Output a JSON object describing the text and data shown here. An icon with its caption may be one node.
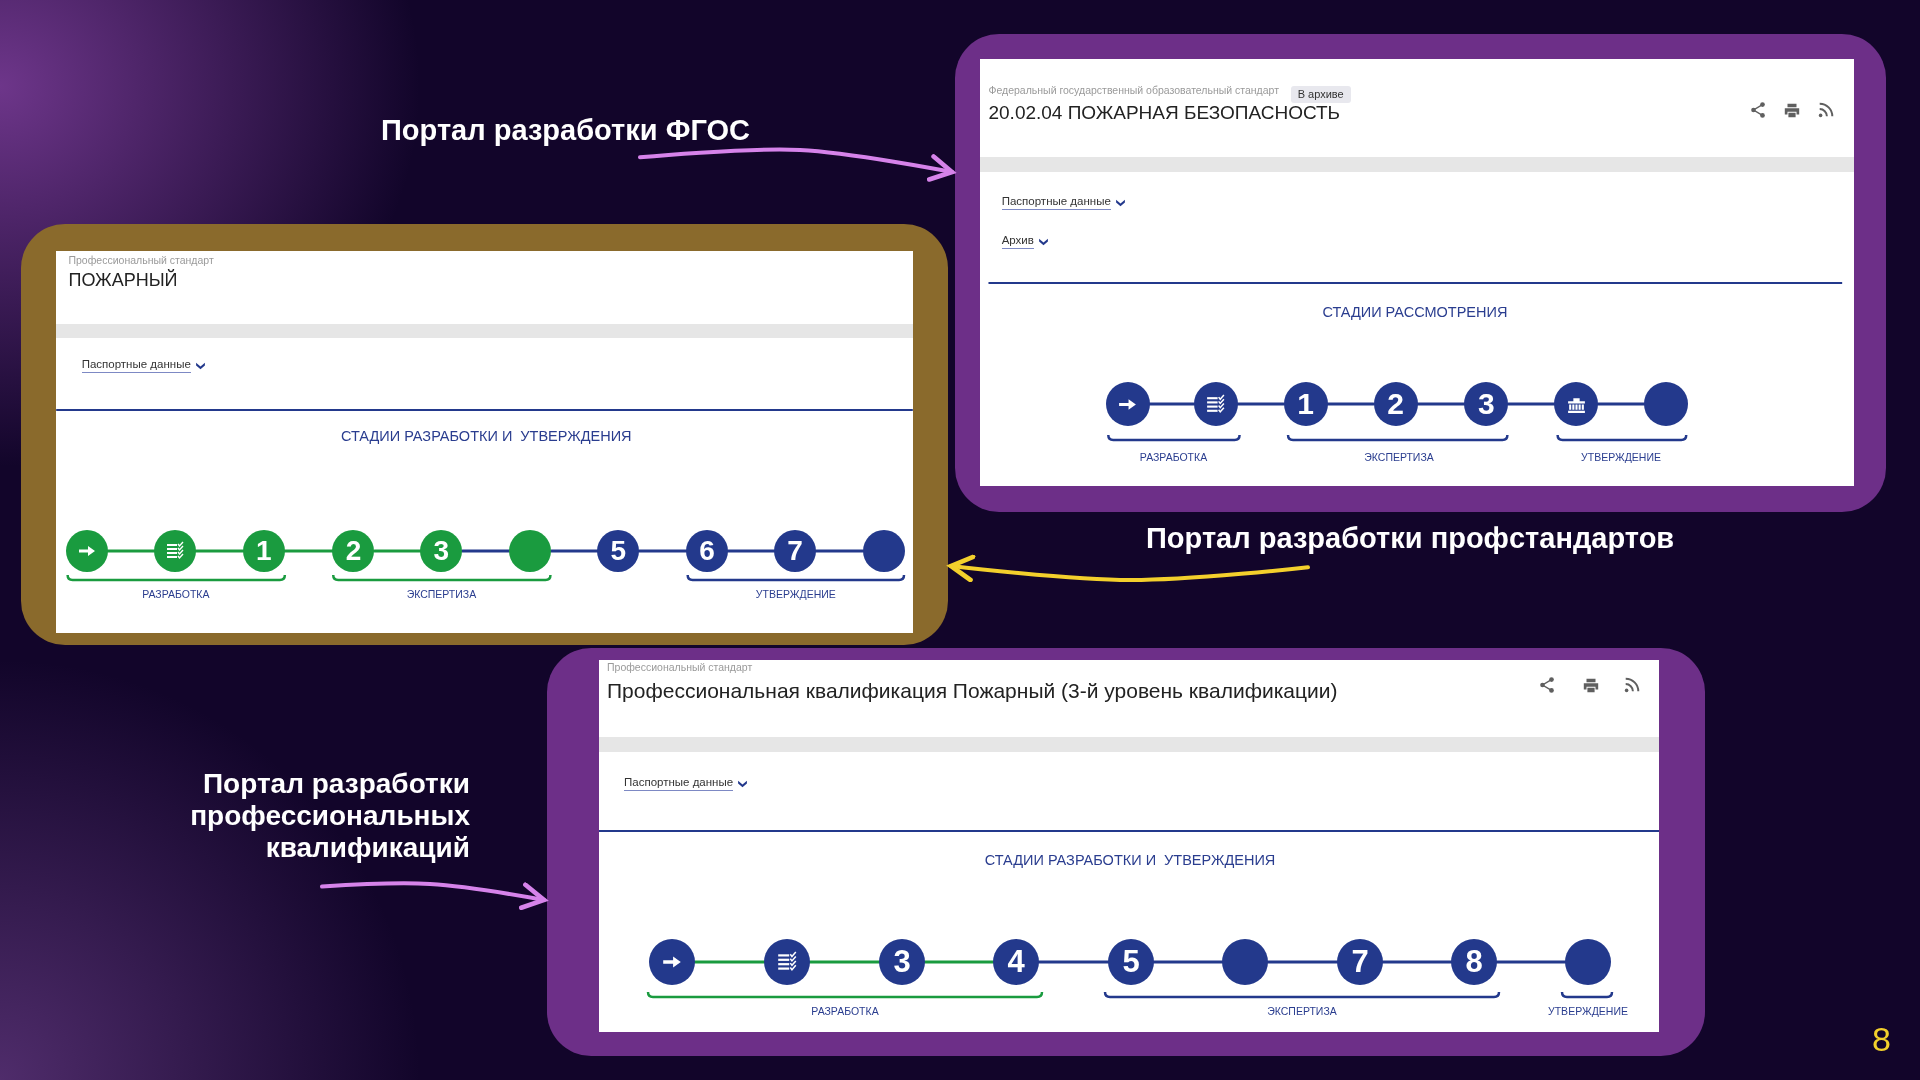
{
  "diagram": {
    "nodes": [
      {
        "text": [
          "Портал разработки ФГОС"
        ]
      },
      {
        "text": [
          "Федеральный государственный образовательный стандарт",
          "В архиве",
          "20.02.04 ПОЖАРНАЯ БЕЗОПАСНОСТЬ",
          "Паспортные данные",
          "Архив",
          "СТАДИИ РАССМОТРЕНИЯ",
          "РАЗРАБОТКА",
          "ЭКСПЕРТИЗА",
          "УТВЕРЖДЕНИЕ"
        ]
      },
      {
        "text": [],
        "shape": "circle",
        "in": 1
      },
      {
        "text": [],
        "shape": "circle",
        "in": 1
      },
      {
        "text": [
          "1"
        ],
        "in": 1
      },
      {
        "text": [
          "2"
        ],
        "in": 1
      },
      {
        "text": [
          "3"
        ],
        "in": 1
      },
      {
        "text": [],
        "shape": "circle",
        "in": 1
      },
      {
        "text": [],
        "shape": "circle",
        "in": 1
      },
      {
        "text": [
          "Профессиональный стандарт",
          "ПОЖАРНЫЙ",
          "Паспортные данные",
          "СТАДИИ РАЗРАБОТКИ И  УТВЕРЖДЕНИЯ",
          "РАЗРАБОТКА",
          "ЭКСПЕРТИЗА",
          "УТВЕРЖДЕНИЕ"
        ]
      },
      {
        "text": [],
        "shape": "circle",
        "in": 9
      },
      {
        "text": [],
        "shape": "circle",
        "in": 9
      },
      {
        "text": [
          "1"
        ],
        "in": 9
      },
      {
        "text": [
          "2"
        ],
        "in": 9
      },
      {
        "text": [
          "3"
        ],
        "in": 9
      },
      {
        "text": [],
        "shape": "circle",
        "in": 9
      },
      {
        "text": [
          "5"
        ],
        "in": 9
      },
      {
        "text": [
          "6"
        ],
        "in": 9
      },
      {
        "text": [
          "7"
        ],
        "in": 9
      },
      {
        "text": [],
        "shape": "circle",
        "in": 9
      },
      {
        "text": [
          "Портал разработки профстандартов"
        ]
      },
      {
        "text": [
          "Портал разработки профессиональных квалификаций"
        ]
      },
      {
        "text": [
          "Профессиональный стандарт",
          "Профессиональная квалификация Пожарный (3-й уровень квалификации)",
          "Паспортные данные",
          "СТАДИИ РАЗРАБОТКИ И  УТВЕРЖДЕНИЯ",
          "РАЗРАБОТКА",
          "ЭКСПЕРТИЗА",
          "УТВЕРЖДЕНИЕ"
        ]
      },
      {
        "text": [],
        "shape": "circle",
        "in": 22
      },
      {
        "text": [],
        "shape": "circle",
        "in": 22
      },
      {
        "text": [
          "3"
        ],
        "in": 22
      },
      {
        "text": [
          "4"
        ],
        "in": 22
      },
      {
        "text": [
          "5"
        ],
        "in": 22
      },
      {
        "text": [],
        "shape": "circle",
        "in": 22
      },
      {
        "text": [
          "7"
        ],
        "in": 22
      },
      {
        "text": [
          "8"
        ],
        "in": 22
      },
      {
        "text": [],
        "shape": "circle",
        "in": 22
      }
    ],
    "edges": [
      {
        "from": 0,
        "to": 1,
        "arrow": "to",
        "color": "#d683ea"
      },
      {
        "from": 2,
        "to": 3,
        "arrow": "none"
      },
      {
        "from": 3,
        "to": 4,
        "arrow": "none"
      },
      {
        "from": 4,
        "to": 5,
        "arrow": "none"
      },
      {
        "from": 5,
        "to": 6,
        "arrow": "none"
      },
      {
        "from": 6,
        "to": 7,
        "arrow": "none"
      },
      {
        "from": 7,
        "to": 8,
        "arrow": "none"
      },
      {
        "from": 10,
        "to": 11,
        "arrow": "none",
        "color": "#1a9b3f"
      },
      {
        "from": 11,
        "to": 12,
        "arrow": "none",
        "color": "#1a9b3f"
      },
      {
        "from": 12,
        "to": 13,
        "arrow": "none",
        "color": "#1a9b3f"
      },
      {
        "from": 13,
        "to": 14,
        "arrow": "none",
        "color": "#1a9b3f"
      },
      {
        "from": 14,
        "to": 15,
        "arrow": "none"
      },
      {
        "from": 15,
        "to": 16,
        "arrow": "none"
      },
      {
        "from": 16,
        "to": 17,
        "arrow": "none"
      },
      {
        "from": 17,
        "to": 18,
        "arrow": "none"
      },
      {
        "from": 18,
        "to": 19,
        "arrow": "none"
      },
      {
        "from": 20,
        "to": 9,
        "arrow": "to",
        "color": "#f3d02c"
      },
      {
        "from": 21,
        "to": 22,
        "arrow": "to",
        "color": "#d683ea"
      },
      {
        "from": 23,
        "to": 24,
        "arrow": "none",
        "color": "#1a9b3f"
      },
      {
        "from": 24,
        "to": 25,
        "arrow": "none",
        "color": "#1a9b3f"
      },
      {
        "from": 25,
        "to": 26,
        "arrow": "none",
        "color": "#1a9b3f"
      },
      {
        "from": 26,
        "to": 27,
        "arrow": "none"
      },
      {
        "from": 27,
        "to": 28,
        "arrow": "none"
      },
      {
        "from": 28,
        "to": 29,
        "arrow": "none"
      },
      {
        "from": 29,
        "to": 30,
        "arrow": "none"
      },
      {
        "from": 30,
        "to": 31,
        "arrow": "none"
      }
    ],
    "labels": [
      "8"
    ]
  }
}
